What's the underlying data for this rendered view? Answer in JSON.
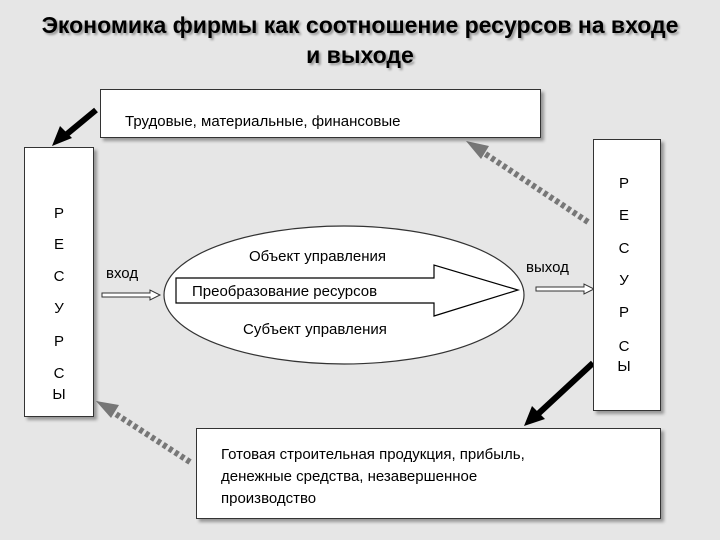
{
  "title_line1": "Экономика фирмы как соотношение ресурсов на входе",
  "title_line2": "и выходе",
  "input_resources": "Трудовые, материальные, финансовые",
  "output_lines": [
    "Готовая строительная продукция, прибыль,",
    "денежные средства, незавершенное",
    "производство"
  ],
  "resources_letters_left": [
    "Р",
    "Е",
    "С",
    "У",
    "Р",
    "С",
    "Ы"
  ],
  "resources_letters_right": [
    "Р",
    "Е",
    "С",
    "У",
    "Р",
    "С",
    "Ы"
  ],
  "label_in": "вход",
  "label_out": "выход",
  "object_label": "Объект управления",
  "process_label": "Преобразование ресурсов",
  "subject_label": "Субъект управления",
  "colors": {
    "background": "#e6e6e6",
    "box": "#ffffff",
    "arrow_dark": "#000000",
    "arrow_dotted": "#777777"
  }
}
